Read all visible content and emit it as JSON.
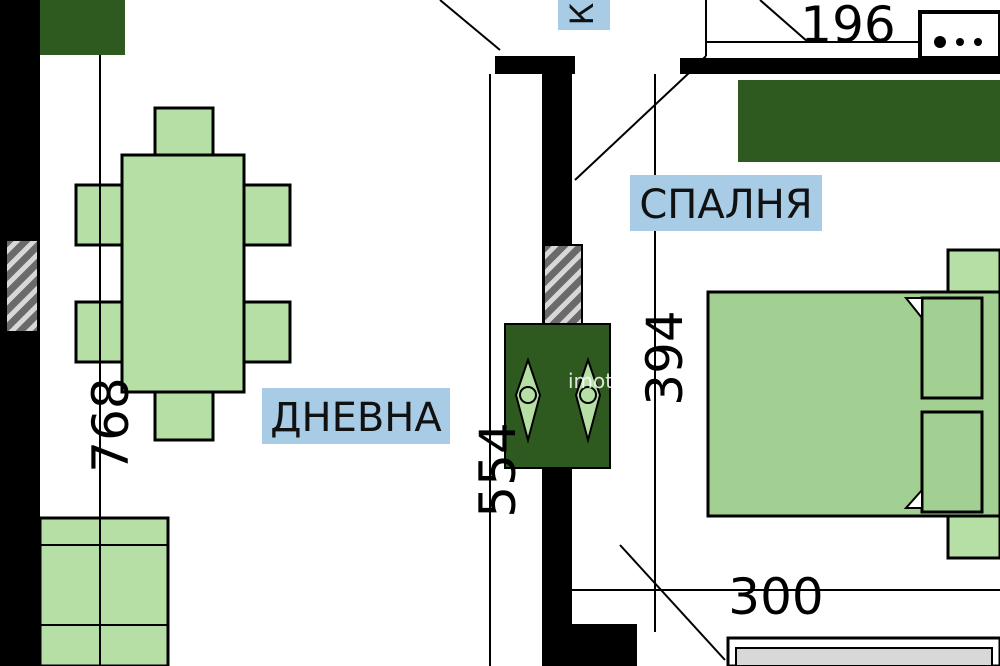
{
  "rooms": {
    "living": "ДНЕВНА",
    "bedroom": "СПАЛНЯ",
    "corridor": "К"
  },
  "dimensions": {
    "living_height": "768",
    "wall_length": "554",
    "bedroom_height": "394",
    "bedroom_width": "300",
    "top_width": "196"
  },
  "watermark": "imot",
  "colors": {
    "furniture": "#b6dfa6",
    "dark_green": "#2f5a1f",
    "wall": "#000000",
    "label_bg": "#a8cbe6"
  }
}
